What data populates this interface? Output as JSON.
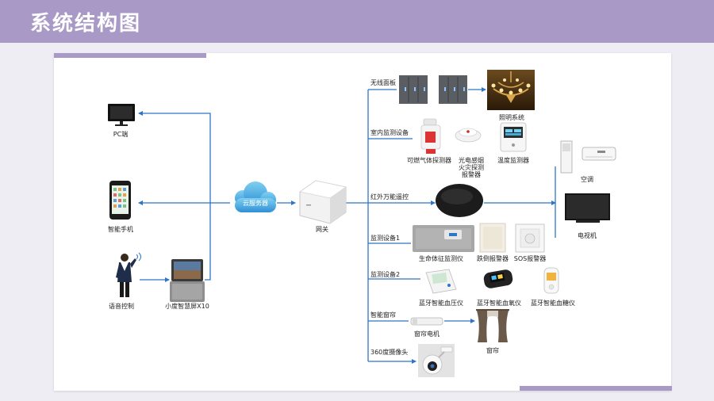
{
  "page_title": "系统结构图",
  "colors": {
    "header": "#a999c7",
    "line": "#2e75c8",
    "background": "#efedf4"
  },
  "labels": {
    "pc": "PC端",
    "phone": "智能手机",
    "voice": "语音控制",
    "xiaodu": "小度智慧屏X10",
    "cloud": "云服务器",
    "gateway": "网关",
    "wireless_panel": "无线面板",
    "lighting": "照明系统",
    "indoor_monitor": "室内监测设备",
    "gas_detector": "可燃气体探测器",
    "smoke_line1": "光电感烟",
    "smoke_line2": "火灾探测",
    "smoke_line3": "报警器",
    "temp_monitor": "温度监测器",
    "ir_remote": "红外万能遥控",
    "ac": "空调",
    "tv": "电视机",
    "monitor1": "监测设备1",
    "vital": "生命体征监测仪",
    "fall": "跌倒报警器",
    "sos": "SOS报警器",
    "monitor2": "监测设备2",
    "bp": "蓝牙智能血压仪",
    "oximeter": "蓝牙智能血氧仪",
    "glucose": "蓝牙智能血糖仪",
    "curtain_group": "智能窗帘",
    "curtain_motor": "窗帘电机",
    "curtain": "窗帘",
    "camera": "360度摄像头"
  }
}
